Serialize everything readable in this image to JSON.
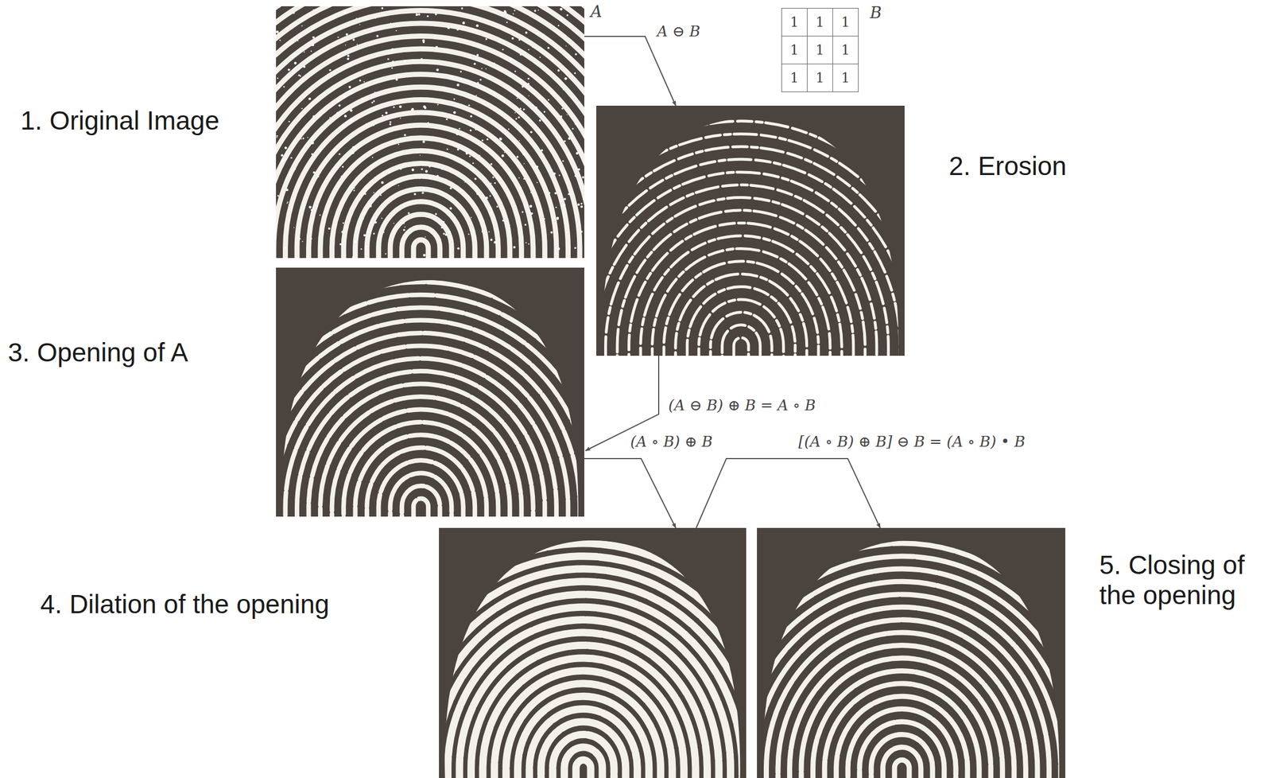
{
  "diagram": {
    "nodes": [
      {
        "text": [
          "1. Original Image"
        ]
      },
      {
        "text": [
          "2. Erosion"
        ]
      },
      {
        "text": [
          "3. Opening of A"
        ]
      },
      {
        "text": [
          "4. Dilation of the opening"
        ]
      },
      {
        "text": [
          "5. Closing of the opening"
        ]
      }
    ],
    "edges": [
      {
        "from": 0,
        "to": 1,
        "arrow": "to",
        "label": "A ⊖ B"
      },
      {
        "from": 1,
        "to": 2,
        "arrow": "to",
        "label": "(A ⊖ B) ⊕ B = A ∘ B"
      },
      {
        "from": 2,
        "to": 3,
        "arrow": "to",
        "label": "(A ∘ B) ⊕ B"
      },
      {
        "from": 3,
        "to": 4,
        "arrow": "to",
        "label": "[(A ∘ B) ⊕ B] ⊖ B = (A ∘ B) • B"
      }
    ],
    "labels": [
      "A",
      "1",
      "1",
      "1",
      "1",
      "1",
      "1",
      "1",
      "1",
      "1",
      "B"
    ]
  }
}
